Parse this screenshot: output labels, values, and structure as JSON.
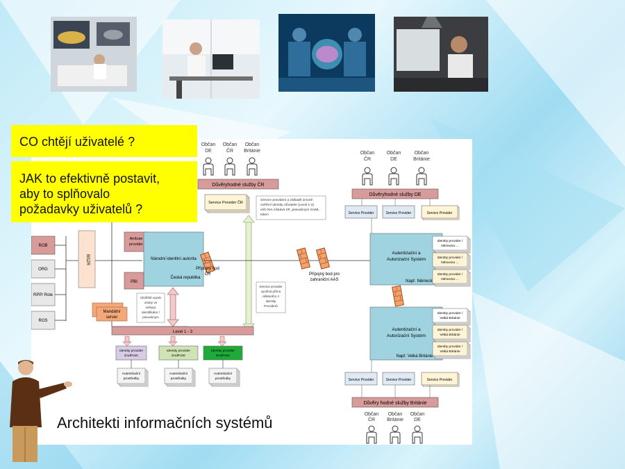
{
  "questions": {
    "q1": "CO chtějí uživatelé ?",
    "q2_line1": "JAK to efektivně postavit,",
    "q2_line2": "aby to splňovalo",
    "q2_line3": "požadavky uživatelů ?"
  },
  "caption": "Architekti informačních systémů",
  "diagram": {
    "cz": {
      "citizens": [
        {
          "l1": "Občan",
          "l2": "DE"
        },
        {
          "l1": "Občan",
          "l2": "ČR"
        },
        {
          "l1": "Občan",
          "l2": "Británie"
        }
      ],
      "trust_services": "Důvěryhodné služby ČR",
      "sp": "Service Provider ČR",
      "note_sp": [
        "Service providern a základě úrovně",
        "ověření identity uživatele (Level 1-3)",
        "vůči NIA získává SP_pseudonym SAML",
        "token"
      ],
      "atribute_provider": [
        "Atribute",
        "provider"
      ],
      "nia": "Národní identitní autorita",
      "nia_sub": "Česká republika",
      "pbi": "PBI",
      "pbi_note": [
        "Úložiště vazeb",
        "osoby ve",
        "veřejný",
        "identifikátor /",
        "pseudonym"
      ],
      "mandate": [
        "Mandátní",
        "server"
      ],
      "bszr": "BSZR",
      "left_boxes": [
        "ROB",
        "ORG",
        "RPP/ Role",
        "ROS"
      ],
      "connect_point": [
        "Přípojný bod",
        "ČR"
      ],
      "sp_note2": [
        "Service provider",
        "využívá přímo",
        "některého z",
        "Identity",
        "Providerů"
      ],
      "levels": "Level 1 - 3",
      "idp": [
        {
          "l1": "Identity provider",
          "l2": "EndPoint"
        },
        {
          "l1": "Identity provider",
          "l2": "EndPoint"
        },
        {
          "l1": "Identity provider",
          "l2": "EndPoint"
        }
      ],
      "auth_means": [
        {
          "l1": "Autentizační",
          "l2": "prostředky"
        },
        {
          "l1": "Autentizační",
          "l2": "prostředky"
        },
        {
          "l1": "Autentizační",
          "l2": "prostředky"
        }
      ]
    },
    "foreign_point": [
      "Přípojný bod pro",
      "zahraniční AAS"
    ],
    "de": {
      "citizens": [
        {
          "l1": "Občan",
          "l2": "ČR"
        },
        {
          "l1": "Občan",
          "l2": "DE"
        },
        {
          "l1": "Občan",
          "l2": "Británie"
        }
      ],
      "trust_services": "Důvěryhodné služby DE",
      "sps": [
        "Service Provider",
        "Service Provider",
        "Service Provider"
      ],
      "aas": [
        "Autentizační a",
        "Autorizační Systém"
      ],
      "aas_sub": "Např. Německo",
      "idps": [
        {
          "l1": "Identity provider /",
          "l2": "Německo ..."
        },
        {
          "l1": "Identity provider /",
          "l2": "Německo ..."
        },
        {
          "l1": "Identity provider /",
          "l2": "Německo ..."
        }
      ]
    },
    "uk": {
      "aas": [
        "Autentizační a",
        "Autorizační Systém"
      ],
      "aas_sub": "Např. Velká Británie",
      "idps": [
        {
          "l1": "Identity provider /",
          "l2": "Velká Británie"
        },
        {
          "l1": "Identity provider /",
          "l2": "Velká Británie"
        },
        {
          "l1": "Identity provider /",
          "l2": "Velká Británie"
        }
      ],
      "sps": [
        "Service Provider",
        "Service Provider",
        "Service Provider"
      ],
      "trust_services": "Důvěry hodné služby Británie",
      "citizens": [
        {
          "l1": "Občan",
          "l2": "ČR"
        },
        {
          "l1": "Občan",
          "l2": "Británie"
        },
        {
          "l1": "Občan",
          "l2": "DE"
        }
      ]
    }
  }
}
